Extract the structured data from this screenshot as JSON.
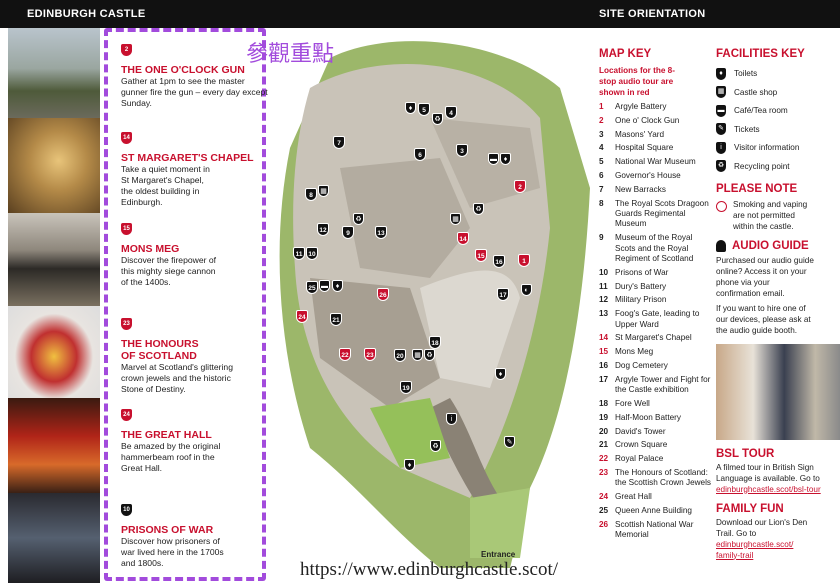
{
  "header": {
    "left_title": "EDINBURGH CASTLE",
    "right_title": "SITE ORIENTATION"
  },
  "annotation": {
    "cjk_label": "參觀重點",
    "url": "https://www.edinburghcastle.scot/"
  },
  "colors": {
    "brand_red": "#c8102e",
    "header_black": "#111111",
    "annotation_purple": "#a24bdc"
  },
  "stops": [
    {
      "num": "2",
      "red": true,
      "title": "THE ONE O'CLOCK GUN",
      "text": "Gather at 1pm to see the master gunner fire the gun – every day except Sunday."
    },
    {
      "num": "14",
      "red": true,
      "title": "ST MARGARET'S CHAPEL",
      "text": "Take a quiet moment in St Margaret's Chapel, the oldest building in Edinburgh."
    },
    {
      "num": "15",
      "red": true,
      "title": "MONS MEG",
      "text": "Discover the firepower of this mighty siege cannon of the 1400s."
    },
    {
      "num": "23",
      "red": true,
      "title": "THE HONOURS OF SCOTLAND",
      "text": "Marvel at Scotland's glittering crown jewels and the historic Stone of Destiny."
    },
    {
      "num": "24",
      "red": true,
      "title": "THE GREAT HALL",
      "text": "Be amazed by the original hammerbeam roof in the Great Hall."
    },
    {
      "num": "10",
      "red": false,
      "title": "PRISONS OF WAR",
      "text": "Discover how prisoners of war lived here in the 1700s and 1800s."
    }
  ],
  "map": {
    "entrance_label": "Entrance",
    "markers": [
      {
        "n": "1",
        "red": true
      },
      {
        "n": "2",
        "red": true
      },
      {
        "n": "3",
        "red": false
      },
      {
        "n": "4",
        "red": false
      },
      {
        "n": "5",
        "red": false
      },
      {
        "n": "6",
        "red": false
      },
      {
        "n": "7",
        "red": false
      },
      {
        "n": "8",
        "red": false
      },
      {
        "n": "9",
        "red": false
      },
      {
        "n": "10",
        "red": false
      },
      {
        "n": "11",
        "red": false
      },
      {
        "n": "12",
        "red": false
      },
      {
        "n": "13",
        "red": false
      },
      {
        "n": "14",
        "red": true
      },
      {
        "n": "15",
        "red": true
      },
      {
        "n": "16",
        "red": false
      },
      {
        "n": "17",
        "red": false
      },
      {
        "n": "18",
        "red": false
      },
      {
        "n": "19",
        "red": false
      },
      {
        "n": "20",
        "red": false
      },
      {
        "n": "21",
        "red": false
      },
      {
        "n": "22",
        "red": true
      },
      {
        "n": "23",
        "red": true
      },
      {
        "n": "24",
        "red": true
      },
      {
        "n": "25",
        "red": false
      },
      {
        "n": "26",
        "red": true
      }
    ]
  },
  "map_key": {
    "title": "MAP KEY",
    "subtitle": "Locations for the 8-stop audio tour are shown in red",
    "items": [
      {
        "n": "1",
        "label": "Argyle Battery",
        "red": true
      },
      {
        "n": "2",
        "label": "One o' Clock Gun",
        "red": true
      },
      {
        "n": "3",
        "label": "Masons' Yard",
        "red": false
      },
      {
        "n": "4",
        "label": "Hospital Square",
        "red": false
      },
      {
        "n": "5",
        "label": "National War Museum",
        "red": false
      },
      {
        "n": "6",
        "label": "Governor's House",
        "red": false
      },
      {
        "n": "7",
        "label": "New Barracks",
        "red": false
      },
      {
        "n": "8",
        "label": "The Royal Scots Dragoon Guards Regimental Museum",
        "red": false
      },
      {
        "n": "9",
        "label": "Museum of the Royal Scots and the Royal Regiment of Scotland",
        "red": false
      },
      {
        "n": "10",
        "label": "Prisons of  War",
        "red": false
      },
      {
        "n": "11",
        "label": "Dury's Battery",
        "red": false
      },
      {
        "n": "12",
        "label": "Military Prison",
        "red": false
      },
      {
        "n": "13",
        "label": "Foog's Gate, leading to Upper Ward",
        "red": false
      },
      {
        "n": "14",
        "label": "St Margaret's Chapel",
        "red": true
      },
      {
        "n": "15",
        "label": "Mons Meg",
        "red": true
      },
      {
        "n": "16",
        "label": "Dog Cemetery",
        "red": false
      },
      {
        "n": "17",
        "label": "Argyle Tower and Fight for the Castle exhibition",
        "red": false
      },
      {
        "n": "18",
        "label": "Fore Well",
        "red": false
      },
      {
        "n": "19",
        "label": "Half-Moon Battery",
        "red": false
      },
      {
        "n": "20",
        "label": "David's Tower",
        "red": false
      },
      {
        "n": "21",
        "label": "Crown Square",
        "red": false
      },
      {
        "n": "22",
        "label": "Royal Palace",
        "red": true
      },
      {
        "n": "23",
        "label": "The Honours of Scotland: the Scottish Crown Jewels",
        "red": true
      },
      {
        "n": "24",
        "label": "Great Hall",
        "red": true
      },
      {
        "n": "25",
        "label": "Queen Anne Building",
        "red": false
      },
      {
        "n": "26",
        "label": "Scottish National War Memorial",
        "red": true
      }
    ]
  },
  "facilities": {
    "title": "FACILITIES KEY",
    "items": [
      {
        "icon": "toilets-icon",
        "label": "Toilets"
      },
      {
        "icon": "shop-icon",
        "label": "Castle shop"
      },
      {
        "icon": "cafe-icon",
        "label": "Café/Tea room"
      },
      {
        "icon": "tickets-icon",
        "label": "Tickets"
      },
      {
        "icon": "info-icon",
        "label": "Visitor information"
      },
      {
        "icon": "recycling-icon",
        "label": "Recycling point"
      }
    ]
  },
  "please_note": {
    "title": "PLEASE NOTE",
    "text": "Smoking and vaping are not permitted within the castle."
  },
  "audio_guide": {
    "title": "AUDIO GUIDE",
    "text1": "Purchased our audio guide online? Access it on your phone via your confirmation email.",
    "text2": "If you want to hire one of our devices, please ask at the audio guide booth."
  },
  "bsl_tour": {
    "title": "BSL TOUR",
    "text": "A filmed tour in British Sign Language is available. Go to",
    "link": "edinburghcastle.scot/bsl-tour"
  },
  "family_fun": {
    "title": "FAMILY FUN",
    "text": "Download our Lion's Den Trail. Go to",
    "link": "edinburghcastle.scot/ family-trail"
  }
}
